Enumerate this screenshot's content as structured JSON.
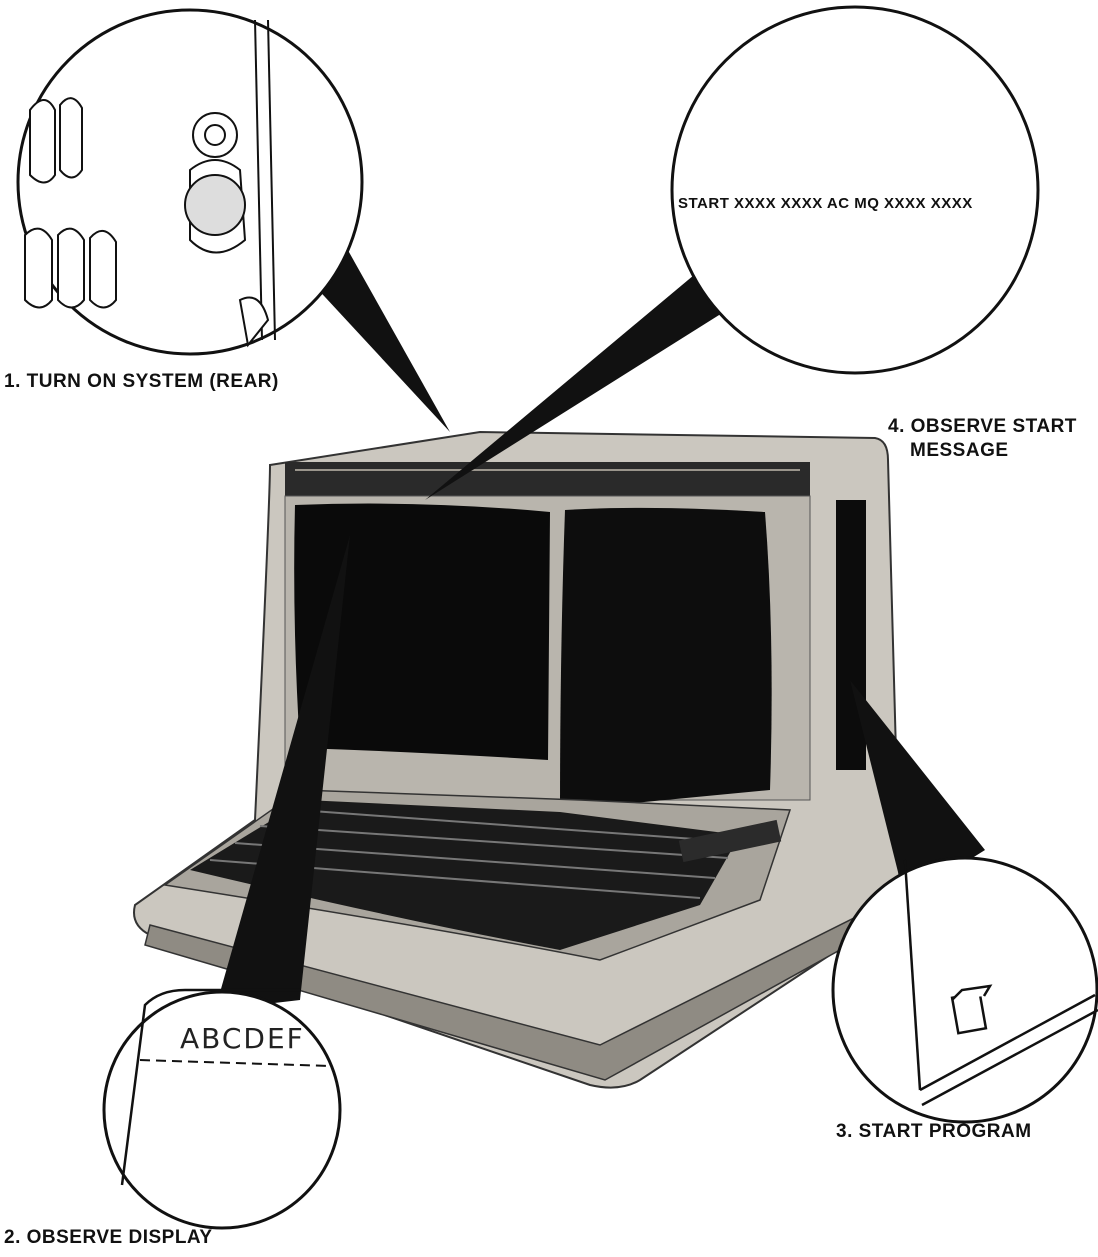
{
  "steps": {
    "turn_on": "1. TURN ON SYSTEM (REAR)",
    "observe_display": "2. OBSERVE DISPLAY",
    "start_program": "3. START PROGRAM",
    "observe_start_line1": "4. OBSERVE START",
    "observe_start_line2": "MESSAGE"
  },
  "callouts": {
    "start_message": "START XXXX XXXX AC MQ XXXX XXXX",
    "display_text": "ABCDEF"
  },
  "colors": {
    "ink": "#111111",
    "terminal_body": "#cfcbc3",
    "screen": "#0a0a0a"
  }
}
